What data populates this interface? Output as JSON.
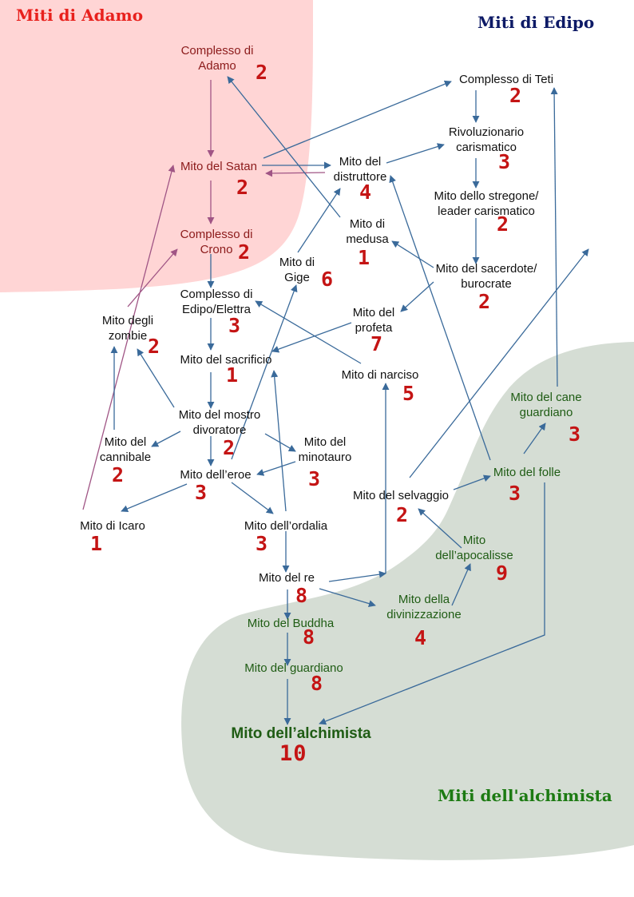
{
  "regions": {
    "adamo": {
      "title": "Miti di Adamo",
      "color": "#e8211d",
      "fill": "#ffd5d5"
    },
    "edipo": {
      "title": "Miti di Edipo",
      "color": "#0d1a66"
    },
    "alchimista": {
      "title": "Miti dell'alchimista",
      "color": "#1c7a12",
      "fill": "#d5ddd4"
    }
  },
  "arrow_colors": {
    "adamo": "#a05585",
    "edipo": "#3a6a9a"
  },
  "nodes": {
    "complesso_adamo": {
      "label": [
        "Complesso di",
        "Adamo"
      ],
      "score": "2",
      "group": "adamo"
    },
    "mito_satan": {
      "label": [
        "Mito del Satan"
      ],
      "score": "2",
      "group": "adamo"
    },
    "complesso_crono": {
      "label": [
        "Complesso di",
        "Crono"
      ],
      "score": "2",
      "group": "adamo"
    },
    "complesso_teti": {
      "label": [
        "Complesso di Teti"
      ],
      "score": "2",
      "group": "edipo"
    },
    "rivoluzionario": {
      "label": [
        "Rivoluzionario",
        "carismatico"
      ],
      "score": "3",
      "group": "edipo"
    },
    "distruttore": {
      "label": [
        "Mito del",
        "distruttore"
      ],
      "score": "4",
      "group": "edipo"
    },
    "stregone": {
      "label": [
        "Mito dello stregone/",
        "leader carismatico"
      ],
      "score": "2",
      "group": "edipo"
    },
    "medusa": {
      "label": [
        "Mito di",
        "medusa"
      ],
      "score": "1",
      "group": "edipo"
    },
    "gige": {
      "label": [
        "Mito di",
        "Gige"
      ],
      "score": "6",
      "group": "edipo"
    },
    "sacerdote": {
      "label": [
        "Mito del sacerdote/",
        "burocrate"
      ],
      "score": "2",
      "group": "edipo"
    },
    "edipo_elettra": {
      "label": [
        "Complesso di",
        "Edipo/Elettra"
      ],
      "score": "3",
      "group": "edipo"
    },
    "profeta": {
      "label": [
        "Mito del",
        "profeta"
      ],
      "score": "7",
      "group": "edipo"
    },
    "zombie": {
      "label": [
        "Mito degli",
        "zombie"
      ],
      "score": "2",
      "group": "edipo"
    },
    "sacrificio": {
      "label": [
        "Mito del sacrificio"
      ],
      "score": "1",
      "group": "edipo"
    },
    "narciso": {
      "label": [
        "Mito di narciso"
      ],
      "score": "5",
      "group": "edipo"
    },
    "mostro": {
      "label": [
        "Mito del mostro",
        "divoratore"
      ],
      "score": "2",
      "group": "edipo"
    },
    "cannibale": {
      "label": [
        "Mito del",
        "cannibale"
      ],
      "score": "2",
      "group": "edipo"
    },
    "minotauro": {
      "label": [
        "Mito del",
        "minotauro"
      ],
      "score": "3",
      "group": "edipo"
    },
    "eroe": {
      "label": [
        "Mito dell’eroe"
      ],
      "score": "3",
      "group": "edipo"
    },
    "icaro": {
      "label": [
        "Mito di Icaro"
      ],
      "score": "1",
      "group": "edipo"
    },
    "ordalia": {
      "label": [
        "Mito dell’ordalia"
      ],
      "score": "3",
      "group": "edipo"
    },
    "selvaggio": {
      "label": [
        "Mito del selvaggio"
      ],
      "score": "2",
      "group": "edipo"
    },
    "re": {
      "label": [
        "Mito del re"
      ],
      "score": "8",
      "group": "edipo"
    },
    "cane": {
      "label": [
        "Mito del cane",
        "guardiano"
      ],
      "score": "3",
      "group": "alchimista"
    },
    "folle": {
      "label": [
        "Mito del folle"
      ],
      "score": "3",
      "group": "alchimista"
    },
    "apocalisse": {
      "label": [
        "Mito",
        "dell’apocalisse"
      ],
      "score": "9",
      "group": "alchimista"
    },
    "divinizzazione": {
      "label": [
        "Mito della",
        "divinizzazione"
      ],
      "score": "4",
      "group": "alchimista"
    },
    "buddha": {
      "label": [
        "Mito del Buddha"
      ],
      "score": "8",
      "group": "alchimista"
    },
    "guardiano": {
      "label": [
        "Mito del guardiano"
      ],
      "score": "8",
      "group": "alchimista"
    },
    "alchimista": {
      "label": [
        "Mito dell’alchimista"
      ],
      "score": "10",
      "group": "alchimista"
    }
  },
  "edges": [
    {
      "from": "complesso_adamo",
      "to": "mito_satan",
      "color": "adamo"
    },
    {
      "from": "mito_satan",
      "to": "complesso_crono",
      "color": "adamo"
    },
    {
      "from": "icaro",
      "to": "mito_satan",
      "color": "adamo"
    },
    {
      "from": "distruttore",
      "to": "mito_satan",
      "color": "adamo"
    },
    {
      "from": "zombie",
      "to": "complesso_crono",
      "color": "adamo"
    },
    {
      "from": "mito_satan",
      "to": "complesso_teti",
      "color": "edipo"
    },
    {
      "from": "mito_satan",
      "to": "distruttore",
      "color": "edipo"
    },
    {
      "from": "medusa",
      "to": "complesso_adamo",
      "color": "edipo"
    },
    {
      "from": "complesso_crono",
      "to": "edipo_elettra",
      "color": "edipo"
    },
    {
      "from": "complesso_teti",
      "to": "rivoluzionario",
      "color": "edipo"
    },
    {
      "from": "distruttore",
      "to": "rivoluzionario",
      "color": "edipo"
    },
    {
      "from": "rivoluzionario",
      "to": "stregone",
      "color": "edipo"
    },
    {
      "from": "stregone",
      "to": "sacerdote",
      "color": "edipo"
    },
    {
      "from": "sacerdote",
      "to": "medusa",
      "color": "edipo"
    },
    {
      "from": "sacerdote",
      "to": "profeta",
      "color": "edipo"
    },
    {
      "from": "profeta",
      "to": "sacrificio",
      "color": "edipo"
    },
    {
      "from": "narciso",
      "to": "edipo_elettra",
      "color": "edipo"
    },
    {
      "from": "edipo_elettra",
      "to": "sacrificio",
      "color": "edipo"
    },
    {
      "from": "sacrificio",
      "to": "mostro",
      "color": "edipo"
    },
    {
      "from": "mostro",
      "to": "zombie",
      "color": "edipo"
    },
    {
      "from": "mostro",
      "to": "cannibale",
      "color": "edipo"
    },
    {
      "from": "mostro",
      "to": "minotauro",
      "color": "edipo"
    },
    {
      "from": "mostro",
      "to": "eroe",
      "color": "edipo"
    },
    {
      "from": "cannibale",
      "to": "zombie",
      "color": "edipo"
    },
    {
      "from": "minotauro",
      "to": "eroe",
      "color": "edipo"
    },
    {
      "from": "eroe",
      "to": "icaro",
      "color": "edipo"
    },
    {
      "from": "eroe",
      "to": "ordalia",
      "color": "edipo"
    },
    {
      "from": "eroe",
      "to": "gige",
      "color": "edipo"
    },
    {
      "from": "gige",
      "to": "distruttore",
      "color": "edipo"
    },
    {
      "from": "ordalia",
      "to": "sacrificio",
      "color": "edipo"
    },
    {
      "from": "ordalia",
      "to": "re",
      "color": "edipo"
    },
    {
      "from": "re",
      "to": "selvaggio",
      "color": "edipo"
    },
    {
      "from": "re",
      "to": "divinizzazione",
      "color": "edipo"
    },
    {
      "from": "re",
      "to": "buddha",
      "color": "edipo"
    },
    {
      "from": "selvaggio",
      "to": "narciso",
      "color": "edipo"
    },
    {
      "from": "selvaggio",
      "to": "folle",
      "color": "edipo"
    },
    {
      "from": "selvaggio",
      "to": "rivoluzionario",
      "color": "edipo"
    },
    {
      "from": "folle",
      "to": "distruttore",
      "color": "edipo"
    },
    {
      "from": "folle",
      "to": "cane",
      "color": "edipo"
    },
    {
      "from": "folle",
      "to": "alchimista",
      "color": "edipo"
    },
    {
      "from": "cane",
      "to": "complesso_teti",
      "color": "edipo"
    },
    {
      "from": "apocalisse",
      "to": "selvaggio",
      "color": "edipo"
    },
    {
      "from": "divinizzazione",
      "to": "apocalisse",
      "color": "edipo"
    },
    {
      "from": "buddha",
      "to": "guardiano",
      "color": "edipo"
    },
    {
      "from": "guardiano",
      "to": "alchimista",
      "color": "edipo"
    }
  ]
}
